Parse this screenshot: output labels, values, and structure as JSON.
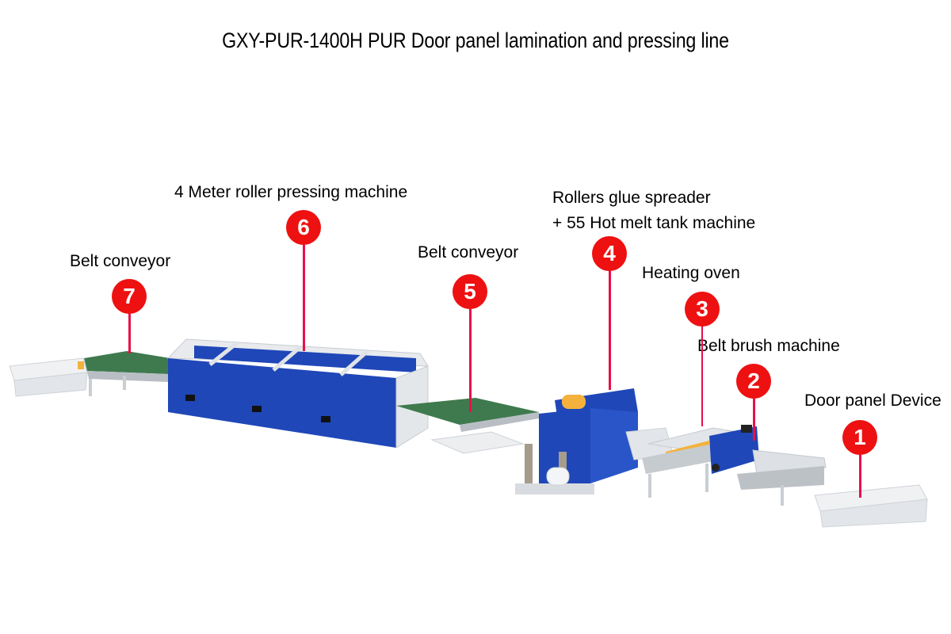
{
  "title": "GXY-PUR-1400H PUR Door panel lamination and pressing line",
  "stations": [
    {
      "number": "1",
      "label": "Door panel Device"
    },
    {
      "number": "2",
      "label": "Belt brush machine"
    },
    {
      "number": "3",
      "label": "Heating oven"
    },
    {
      "number": "4",
      "label_line1": "Rollers glue spreader",
      "label_line2": "+ 55 Hot melt tank machine"
    },
    {
      "number": "5",
      "label": "Belt conveyor"
    },
    {
      "number": "6",
      "label": "4 Meter roller pressing machine"
    },
    {
      "number": "7",
      "label": "Belt conveyor"
    }
  ],
  "colors": {
    "marker": "#ee1111",
    "stem": "#e8104a",
    "machine_blue": "#1f47b8",
    "belt_green": "#3f7a4e",
    "frame_grey": "#d4d8dc",
    "tank_yellow": "#f4b23c"
  }
}
